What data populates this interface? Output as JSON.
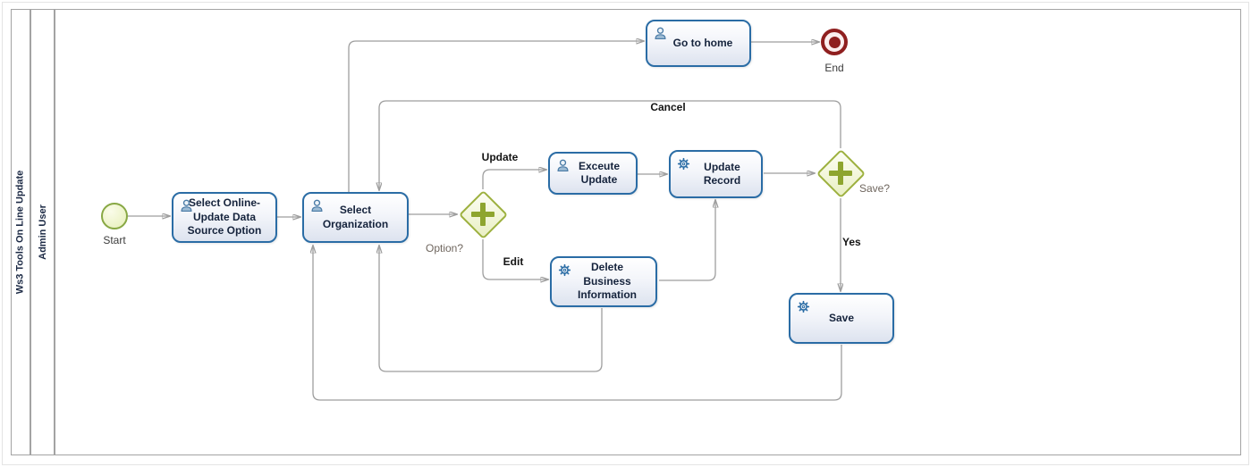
{
  "pool": {
    "title": "Ws3 Tools On Line Update",
    "lane": "Admin User"
  },
  "events": {
    "start": {
      "label": "Start"
    },
    "end": {
      "label": "End"
    }
  },
  "tasks": {
    "select_online": {
      "label": "Select Online-Update Data Source Option",
      "type": "user"
    },
    "select_org": {
      "label": "Select Organization",
      "type": "user"
    },
    "exceute_update": {
      "label": "Exceute Update",
      "type": "user"
    },
    "update_record": {
      "label": "Update Record",
      "type": "service"
    },
    "delete_business": {
      "label": "Delete Business Information",
      "type": "service"
    },
    "save": {
      "label": "Save",
      "type": "service"
    },
    "go_home": {
      "label": "Go to home",
      "type": "user"
    }
  },
  "gateways": {
    "option": {
      "label": "Option?",
      "type": "parallel"
    },
    "save": {
      "label": "Save?",
      "type": "parallel"
    }
  },
  "edge_labels": {
    "update": "Update",
    "edit": "Edit",
    "yes": "Yes",
    "cancel": "Cancel"
  },
  "colors": {
    "task_border": "#2a6ca5",
    "task_fill": "#dde3ef",
    "gateway_border": "#9db13f",
    "gateway_plus": "#8ea52f",
    "start_border": "#88a844",
    "end_red": "#8f1f1f",
    "flow_line": "#9e9e9e"
  }
}
